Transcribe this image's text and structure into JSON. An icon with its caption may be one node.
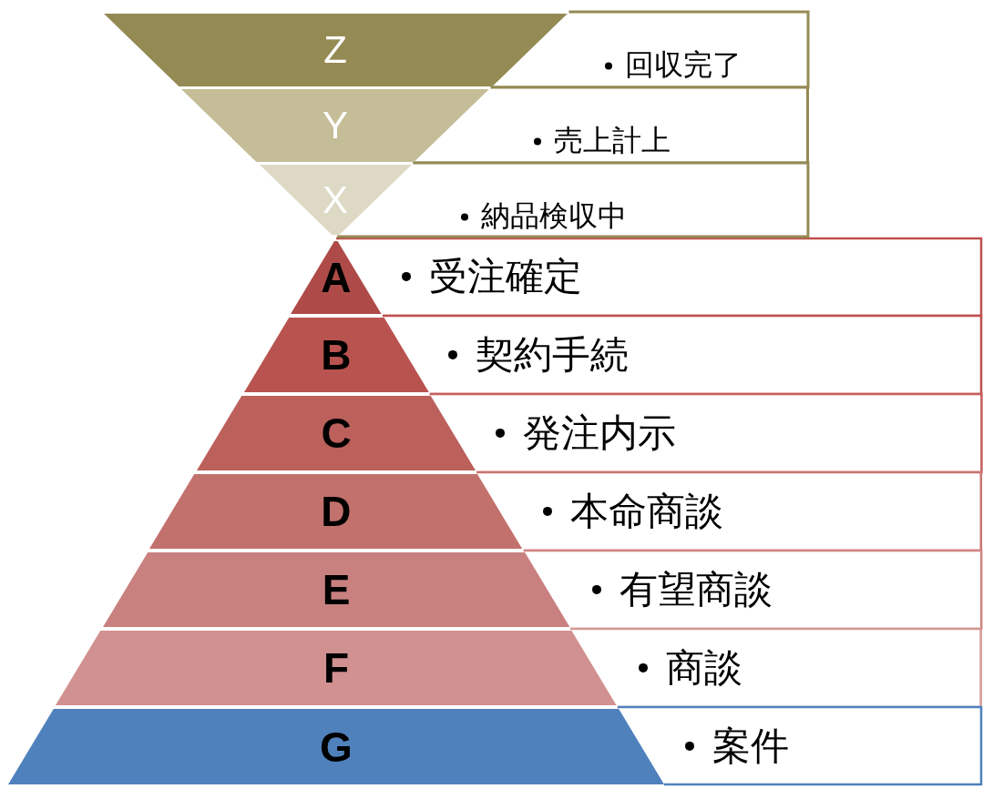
{
  "diagram": {
    "nodes": [
      {
        "text": [
          "Z"
        ]
      },
      {
        "text": [
          "回収完了"
        ]
      },
      {
        "text": [
          "Y"
        ]
      },
      {
        "text": [
          "売上計上"
        ]
      },
      {
        "text": [
          "X"
        ]
      },
      {
        "text": [
          "納品検収中"
        ]
      },
      {
        "text": [
          "A"
        ]
      },
      {
        "text": [
          "受注確定"
        ]
      },
      {
        "text": [
          "B"
        ]
      },
      {
        "text": [
          "契約手続"
        ]
      },
      {
        "text": [
          "C"
        ]
      },
      {
        "text": [
          "発注内示"
        ]
      },
      {
        "text": [
          "D"
        ]
      },
      {
        "text": [
          "本命商談"
        ]
      },
      {
        "text": [
          "E"
        ]
      },
      {
        "text": [
          "有望商談"
        ]
      },
      {
        "text": [
          "F"
        ]
      },
      {
        "text": [
          "商談"
        ]
      },
      {
        "text": [
          "G"
        ]
      },
      {
        "text": [
          "案件"
        ]
      }
    ]
  }
}
